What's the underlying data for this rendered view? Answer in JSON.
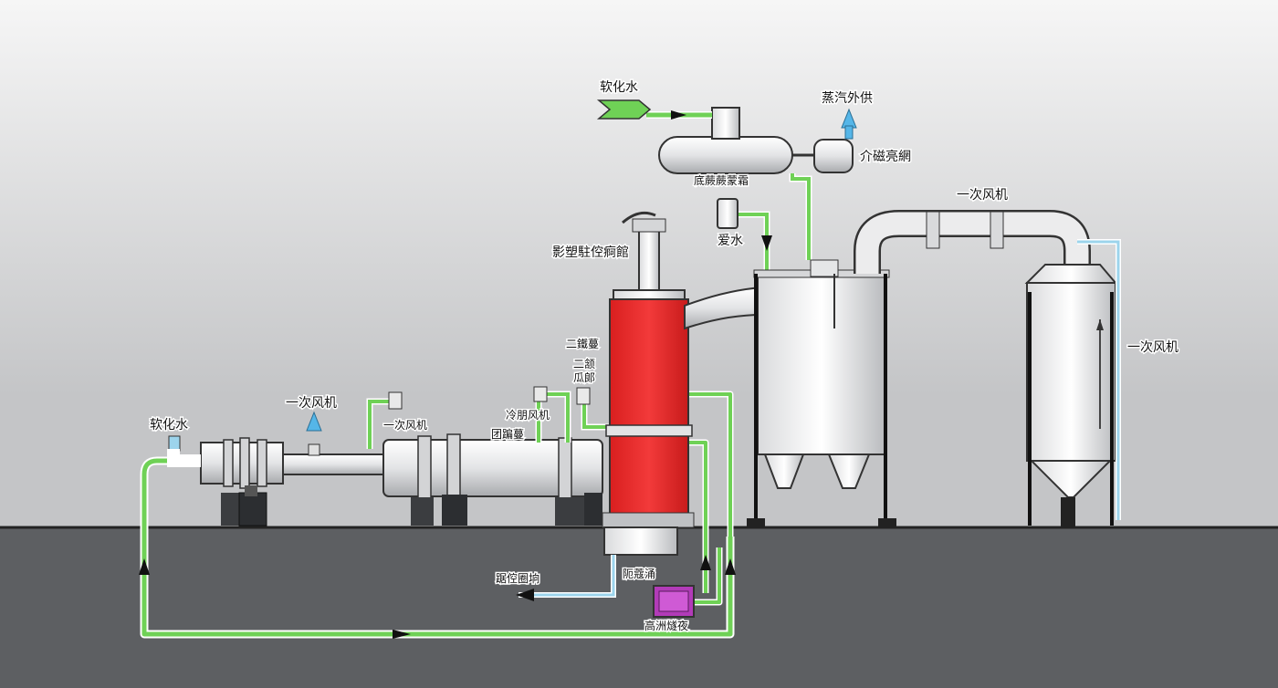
{
  "labels": {
    "soft_water_top": "软化水",
    "steam_supply": "蒸汽外供",
    "drum_right": "介磁亮網",
    "drum_bottom": "底蕨蕨蒙霜",
    "water_small": "爱水",
    "fan_top_right": "一次风机",
    "fan_right": "一次风机",
    "reactor_top": "影塑駐倥痾館",
    "label_2a": "二鐵蔓",
    "label_2b_l1": "二颔",
    "label_2b_l2": "瓜郞",
    "label_cooling_fan": "冷朋风机",
    "label_huibian": "团蹁蔓",
    "fan_mid": "一次风机",
    "fan_left": "一次风机",
    "soft_water_left": "软化水",
    "bottom_left_label": "踞倥圈垧",
    "bottom_mid_label": "阨蔻涌",
    "bottom_purple_label": "高洲燧夜"
  },
  "colors": {
    "background_top": "#f2f2f2",
    "background_mid": "#c9cacc",
    "floor": "#5d5f62",
    "pipe_green": "#6fd156",
    "pipe_blue": "#9cd4ec",
    "reactor_red": "#ee2d2d",
    "pump_purple": "#b23bb8",
    "arrow_blue": "#55b6e8",
    "equipment_metal": "#e8e9ea"
  },
  "icons": [
    "arrow-up-icon",
    "arrow-right-icon",
    "arrow-left-icon"
  ]
}
